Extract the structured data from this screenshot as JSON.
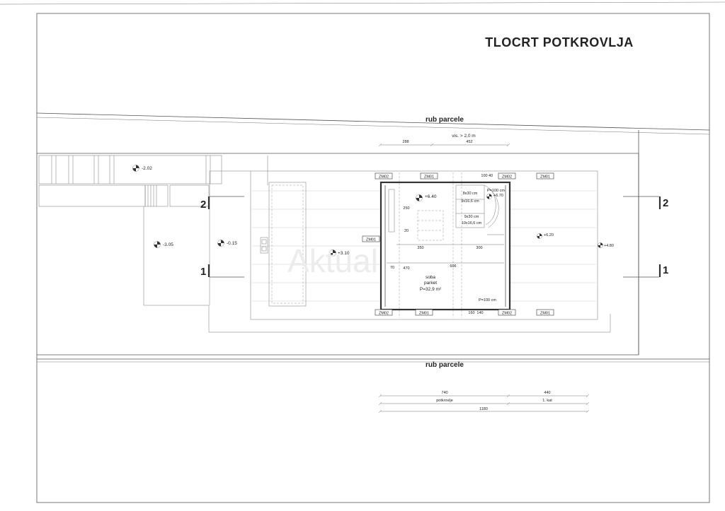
{
  "sheet": {
    "title": "TLOCRT POTKROVLJA",
    "rub_parcele_top": "rub parcele",
    "rub_parcele_bottom": "rub parcele",
    "watermark": "Aktual"
  },
  "top_dims": {
    "vis": "vis. > 2,0 m",
    "d1": "288",
    "d2": "452"
  },
  "levels": {
    "l_m202": "-2.02",
    "l_m305": "-3.05",
    "l_m015": "-0.15",
    "l_p310": "+3.10",
    "l_p640": "+6.40",
    "l_p670": "+6.70",
    "l_p620": "+6.20",
    "l_p480": "+4.80"
  },
  "tags": {
    "zm02_tl": "ZM02",
    "zm01_tc": "ZM01",
    "zm02_tr": "ZM02",
    "zm01_tr": "ZM01",
    "zm01_left": "ZM01",
    "zm02_bl": "ZM02",
    "zm01_bc": "ZM01",
    "zm02_br": "ZM02",
    "zm01_br": "ZM01"
  },
  "stair": {
    "s1": "8x30 cm",
    "s2": "9x16,6 cm",
    "s3": "9x30 cm",
    "s4": "10x16,6 cm",
    "p_top": "P=100 cm",
    "p_bottom": "P=100 cm"
  },
  "room": {
    "name": "soba",
    "floor": "parket",
    "area": "P=32,9 m²"
  },
  "inner_dims": {
    "d100": "100",
    "d40": "40",
    "d250": "250",
    "d20": "20",
    "d350": "350",
    "d300": "300",
    "d70": "70",
    "d470": "470",
    "d606": "606",
    "d160": "160",
    "d140": "140"
  },
  "sections": {
    "s2_left": "2",
    "s1_left": "1",
    "s2_right": "2",
    "s1_right": "1"
  },
  "legend_dims": {
    "d740": "740",
    "d440": "440",
    "potkrovlje": "potkrovlje",
    "kat1": "1. kat",
    "d1180": "1180"
  }
}
